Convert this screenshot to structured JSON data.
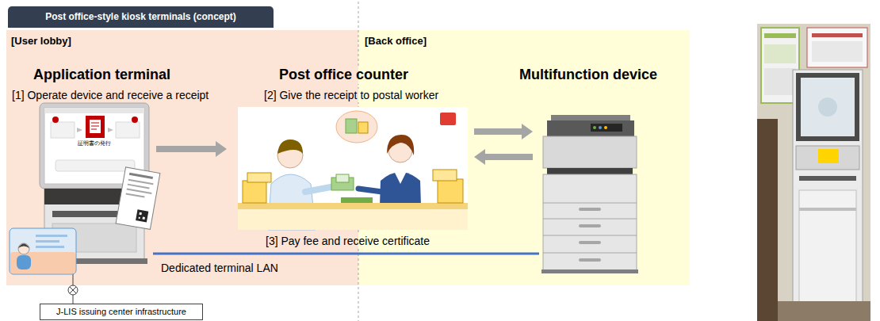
{
  "diagram": {
    "title": "Post office-style kiosk terminals (concept)",
    "nodes": [
      {
        "text": [
          "[User lobby]"
        ]
      },
      {
        "text": [
          "[Back office]"
        ]
      },
      {
        "text": [
          "Application terminal",
          "[1] Operate device and receive a receipt"
        ],
        "in": 0
      },
      {
        "text": [
          "Post office counter",
          "[2] Give the receipt to postal worker"
        ]
      },
      {
        "text": [
          "Multifunction device"
        ],
        "in": 1
      },
      {
        "text": [
          "J-LIS issuing center infrastructure"
        ]
      }
    ],
    "edges": [
      {
        "from": 2,
        "to": 3,
        "arrow": "to"
      },
      {
        "from": 3,
        "to": 4,
        "arrow": "to"
      },
      {
        "from": 4,
        "to": 3,
        "arrow": "to"
      },
      {
        "from": 2,
        "to": 4,
        "arrow": "none",
        "label": "Dedicated terminal LAN"
      },
      {
        "from": 2,
        "to": 5,
        "arrow": "none"
      }
    ],
    "labels": [
      "[3] Pay fee and receive certificate",
      "証明書の発行"
    ]
  }
}
